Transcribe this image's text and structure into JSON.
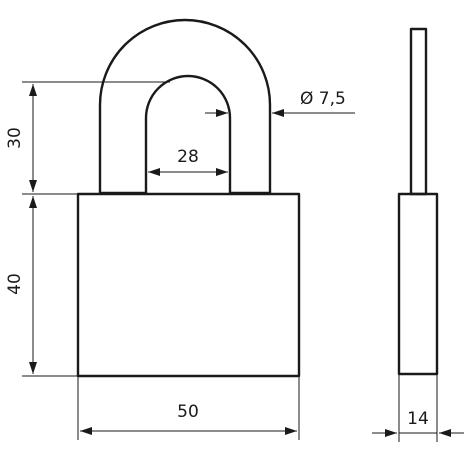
{
  "dimensions": {
    "shackle_height": "30",
    "body_height": "40",
    "body_width": "50",
    "shackle_inner_width": "28",
    "shackle_diameter": "Ø 7,5",
    "body_thickness": "14"
  },
  "colors": {
    "line": "#1a1a1a",
    "background": "#ffffff"
  }
}
